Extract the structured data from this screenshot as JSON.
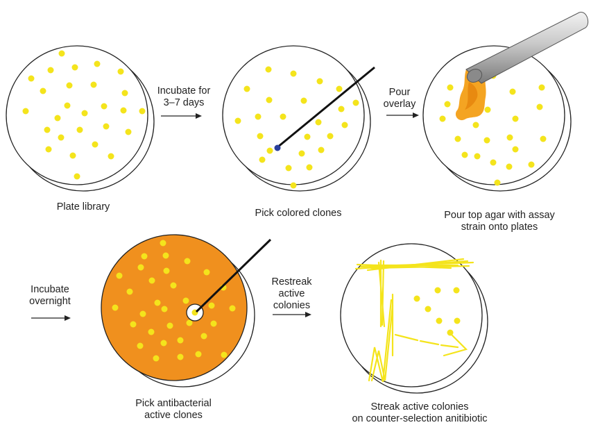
{
  "labels": {
    "plate_library": "Plate library",
    "incubate_3_7_line1": "Incubate for",
    "incubate_3_7_line2": "3–7 days",
    "pick_colored": "Pick colored clones",
    "pour_overlay_line1": "Pour",
    "pour_overlay_line2": "overlay",
    "pour_top_agar_line1": "Pour top agar with assay",
    "pour_top_agar_line2": "strain onto plates",
    "incubate_overnight_line1": "Incubate",
    "incubate_overnight_line2": "overnight",
    "restreak_line1": "Restreak",
    "restreak_line2": "active",
    "restreak_line3": "colonies",
    "pick_antibacterial_line1": "Pick antibacterial",
    "pick_antibacterial_line2": "active clones",
    "streak_line1": "Streak active colonies",
    "streak_line2": "on counter-selection anitibiotic"
  },
  "colors": {
    "colony": "#f4e41c",
    "overlay": "#f0901e",
    "agar_pour": "#f4a422",
    "pick_tip": "#2a3f9c",
    "outline": "#222222",
    "arrow": "#222222"
  }
}
